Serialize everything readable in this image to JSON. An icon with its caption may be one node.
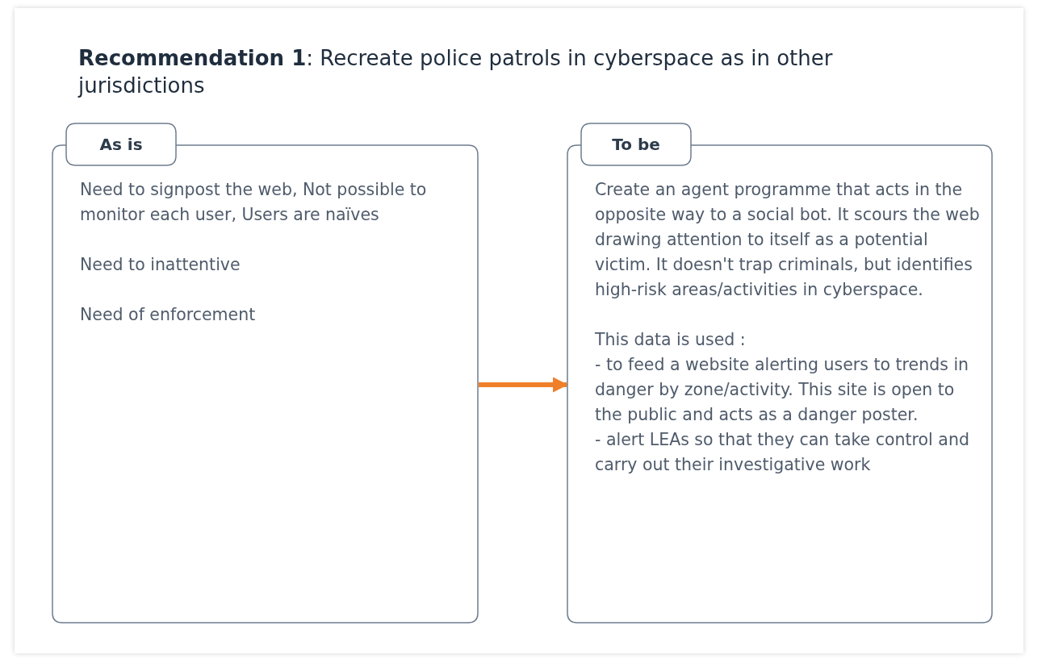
{
  "diagram": {
    "title": "**Recommendation 1**: Recreate police patrols in cyberspace as in other jurisdictions",
    "nodes": [
      {
        "text": [
          "As is",
          "Need to signpost the web, Not possible to monitor each user, Users are naïves",
          "Need to inattentive",
          "Need of enforcement"
        ]
      },
      {
        "text": [
          "To be",
          "Create an agent programme that acts in the opposite way to a social bot. It scours the web drawing attention to itself as a potential victim. It doesn't trap criminals, but identifies high-risk areas/activities in cyberspace.",
          "This data is used :",
          "- to feed a website alerting users to trends in danger by zone/activity. This site is open to the public and acts as a danger poster.",
          "- alert LEAs so that they can take control and carry out their investigative work"
        ]
      }
    ],
    "edges": [
      {
        "from": 0,
        "to": 1,
        "arrow": "to"
      }
    ]
  }
}
